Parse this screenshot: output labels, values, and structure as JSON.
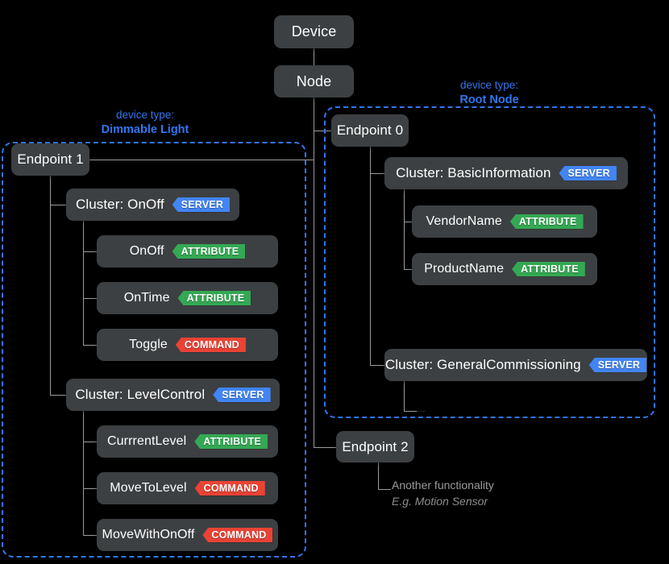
{
  "diagram": {
    "title_nodes": {
      "device": "Device",
      "node": "Node"
    },
    "groups": [
      {
        "id": "dimmable-light",
        "label_line1": "device type:",
        "label_line2": "Dimmable Light",
        "color": "#2f77f0"
      },
      {
        "id": "root-node",
        "label_line1": "device type:",
        "label_line2": "Root Node",
        "color": "#2f77f0"
      }
    ],
    "endpoints": [
      {
        "id": "endpoint-0",
        "label": "Endpoint 0"
      },
      {
        "id": "endpoint-1",
        "label": "Endpoint 1"
      },
      {
        "id": "endpoint-2",
        "label": "Endpoint 2"
      }
    ],
    "clusters": [
      {
        "id": "cluster-onoff",
        "label": "Cluster: OnOff",
        "badge": "SERVER",
        "badge_kind": "server"
      },
      {
        "id": "cluster-levelcontrol",
        "label": "Cluster: LevelControl",
        "badge": "SERVER",
        "badge_kind": "server"
      },
      {
        "id": "cluster-basicinformation",
        "label": "Cluster: BasicInformation",
        "badge": "SERVER",
        "badge_kind": "server"
      },
      {
        "id": "cluster-generalcommissioning",
        "label": "Cluster: GeneralCommissioning",
        "badge": "SERVER",
        "badge_kind": "server"
      }
    ],
    "elements": [
      {
        "id": "onoff-attr",
        "label": "OnOff",
        "badge": "ATTRIBUTE",
        "badge_kind": "attribute"
      },
      {
        "id": "ontime-attr",
        "label": "OnTime",
        "badge": "ATTRIBUTE",
        "badge_kind": "attribute"
      },
      {
        "id": "toggle-cmd",
        "label": "Toggle",
        "badge": "COMMAND",
        "badge_kind": "command"
      },
      {
        "id": "currrentlevel-attr",
        "label": "CurrrentLevel",
        "badge": "ATTRIBUTE",
        "badge_kind": "attribute"
      },
      {
        "id": "movetolevel-cmd",
        "label": "MoveToLevel",
        "badge": "COMMAND",
        "badge_kind": "command"
      },
      {
        "id": "movewithonoff-cmd",
        "label": "MoveWithOnOff",
        "badge": "COMMAND",
        "badge_kind": "command"
      },
      {
        "id": "vendorname-attr",
        "label": "VendorName",
        "badge": "ATTRIBUTE",
        "badge_kind": "attribute"
      },
      {
        "id": "productname-attr",
        "label": "ProductName",
        "badge": "ATTRIBUTE",
        "badge_kind": "attribute"
      }
    ],
    "annotations": {
      "endpoint2_line1": "Another functionality",
      "endpoint2_line2": "E.g. Motion Sensor",
      "general_commissioning_more": "..."
    },
    "colors": {
      "background": "#000000",
      "box": "#3c4043",
      "line": "#9b9b9b",
      "accent_blue": "#2f77f0",
      "badge_server": "#4285f4",
      "badge_attribute": "#34a853",
      "badge_command": "#ea4335",
      "text": "#ffffff",
      "muted_text": "#9b9b9b"
    }
  }
}
